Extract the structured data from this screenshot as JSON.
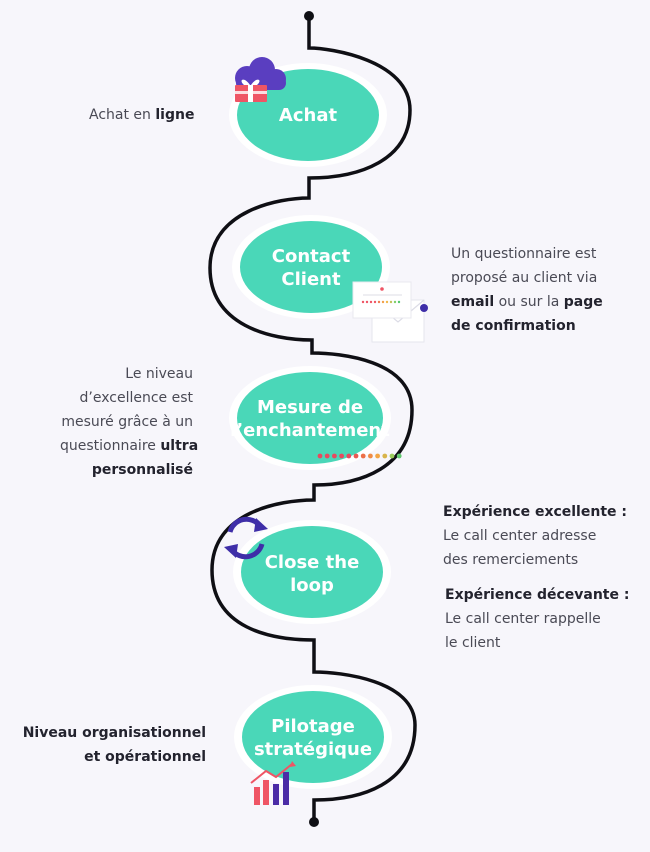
{
  "colors": {
    "background": "#f7f6fb",
    "line": "#0f0f14",
    "node_fill": "#4ad7b8",
    "node_halo": "#ffffff",
    "cloud": "#5a3ec0",
    "gift": "#ef5565",
    "sync_icon": "#3e2ea8",
    "chart_red": "#ef5565",
    "chart_purple": "#4b2ca6"
  },
  "icons": [
    "cloud-gift-icon",
    "email-survey-icon",
    "rating-dots-icon",
    "sync-arrows-icon",
    "bar-chart-icon"
  ],
  "stages": [
    {
      "id": "achat",
      "lines": [
        "Achat"
      ]
    },
    {
      "id": "contact",
      "lines": [
        "Contact",
        "Client"
      ]
    },
    {
      "id": "mesure",
      "lines": [
        "Mesure de",
        "l’enchantement"
      ]
    },
    {
      "id": "close",
      "lines": [
        "Close the",
        "loop"
      ]
    },
    {
      "id": "pilotage",
      "lines": [
        "Pilotage",
        "stratégique"
      ]
    }
  ],
  "notes": {
    "achat": {
      "pre": "Achat en ",
      "bold": "ligne"
    },
    "contact": {
      "l1": "Un questionnaire est",
      "l2": "proposé au client via",
      "l3_bold1": "email",
      "l3_mid": " ou sur la ",
      "l3_bold2": "page",
      "l4_bold": "de confirmation"
    },
    "mesure": {
      "l1": "Le niveau",
      "l2": "d’excellence est",
      "l3": "mesuré grâce à un",
      "l4_pre": "questionnaire ",
      "l4_bold": "ultra",
      "l5_bold": "personnalisé"
    },
    "close_good": {
      "title": "Expérience excellente :",
      "l1": "Le call center adresse",
      "l2": "des remerciements"
    },
    "close_bad": {
      "title": "Expérience décevante :",
      "l1": "Le call center rappelle",
      "l2": "le client"
    },
    "pilotage": {
      "l1": "Niveau organisationnel",
      "l2": "et opérationnel"
    }
  }
}
